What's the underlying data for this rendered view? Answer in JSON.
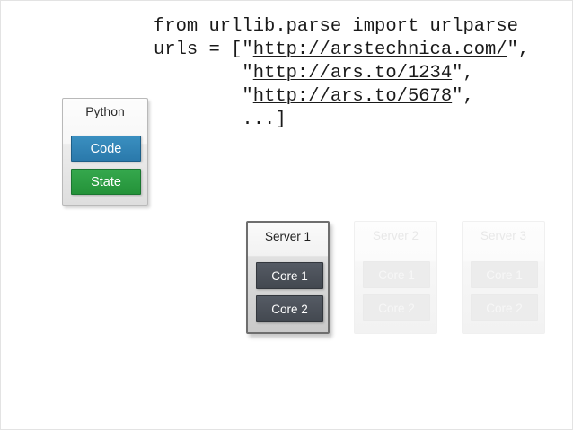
{
  "slide": {
    "background_color": "#ffffff",
    "border_color": "#e3e3e3"
  },
  "code": {
    "language": "python",
    "font": "monospace",
    "lines": [
      {
        "segments": [
          {
            "text": "from urllib.parse import urlparse",
            "underline": false
          }
        ]
      },
      {
        "segments": [
          {
            "text": "urls = [\"",
            "underline": false
          },
          {
            "text": "http://arstechnica.com/",
            "underline": true
          },
          {
            "text": "\",",
            "underline": false
          }
        ]
      },
      {
        "segments": [
          {
            "text": "        \"",
            "underline": false
          },
          {
            "text": "http://ars.to/1234",
            "underline": true
          },
          {
            "text": "\",",
            "underline": false
          }
        ]
      },
      {
        "segments": [
          {
            "text": "        \"",
            "underline": false
          },
          {
            "text": "http://ars.to/5678",
            "underline": true
          },
          {
            "text": "\",",
            "underline": false
          }
        ]
      },
      {
        "segments": [
          {
            "text": "        ...]",
            "underline": false
          }
        ]
      }
    ]
  },
  "python_box": {
    "title": "Python",
    "chips": [
      {
        "label": "Code",
        "color": "#2a79ab"
      },
      {
        "label": "State",
        "color": "#249239"
      }
    ]
  },
  "servers": [
    {
      "title": "Server 1",
      "state": "active",
      "cores": [
        {
          "label": "Core 1"
        },
        {
          "label": "Core 2"
        }
      ],
      "core_color": "#434850"
    },
    {
      "title": "Server 2",
      "state": "ghost",
      "cores": [
        {
          "label": "Core 1"
        },
        {
          "label": "Core 2"
        }
      ],
      "core_color": "#ececec"
    },
    {
      "title": "Server 3",
      "state": "ghost",
      "cores": [
        {
          "label": "Core 1"
        },
        {
          "label": "Core 2"
        }
      ],
      "core_color": "#ececec"
    }
  ]
}
